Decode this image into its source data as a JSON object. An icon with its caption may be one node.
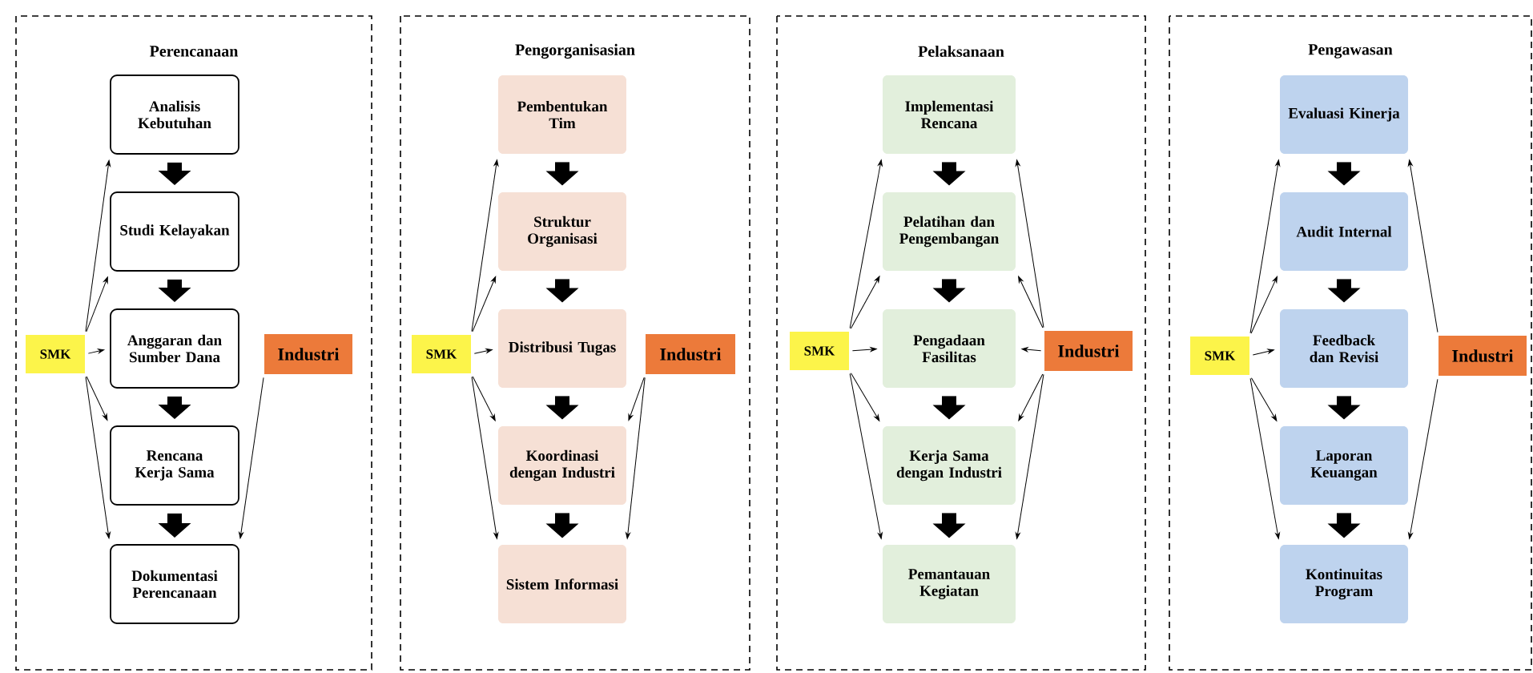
{
  "diagram": {
    "nodes": [
      {
        "text": [
          "Perencanaan"
        ]
      },
      {
        "text": [
          "Analisis Kebutuhan"
        ],
        "in": 0
      },
      {
        "text": [
          "Studi Kelayakan"
        ],
        "in": 0
      },
      {
        "text": [
          "Anggaran dan Sumber Dana"
        ],
        "in": 0
      },
      {
        "text": [
          "Rencana Kerja Sama"
        ],
        "in": 0
      },
      {
        "text": [
          "Dokumentasi Perencanaan"
        ],
        "in": 0
      },
      {
        "text": [
          "SMK"
        ],
        "in": 0
      },
      {
        "text": [
          "Industri"
        ],
        "in": 0
      },
      {
        "text": [
          "Pengorganisasian"
        ]
      },
      {
        "text": [
          "Pembentukan Tim"
        ],
        "in": 8
      },
      {
        "text": [
          "Struktur Organisasi"
        ],
        "in": 8
      },
      {
        "text": [
          "Distribusi Tugas"
        ],
        "in": 8
      },
      {
        "text": [
          "Koordinasi dengan Industri"
        ],
        "in": 8
      },
      {
        "text": [
          "Sistem Informasi"
        ],
        "in": 8
      },
      {
        "text": [
          "SMK"
        ],
        "in": 8
      },
      {
        "text": [
          "Industri"
        ],
        "in": 8
      },
      {
        "text": [
          "Pelaksanaan"
        ]
      },
      {
        "text": [
          "Implementasi Rencana"
        ],
        "in": 16
      },
      {
        "text": [
          "Pelatihan dan Pengembangan"
        ],
        "in": 16
      },
      {
        "text": [
          "Pengadaan Fasilitas"
        ],
        "in": 16
      },
      {
        "text": [
          "Kerja Sama dengan Industri"
        ],
        "in": 16
      },
      {
        "text": [
          "Pemantauan Kegiatan"
        ],
        "in": 16
      },
      {
        "text": [
          "SMK"
        ],
        "in": 16
      },
      {
        "text": [
          "Industri"
        ],
        "in": 16
      },
      {
        "text": [
          "Pengawasan"
        ]
      },
      {
        "text": [
          "Evaluasi Kinerja"
        ],
        "in": 24
      },
      {
        "text": [
          "Audit Internal"
        ],
        "in": 24
      },
      {
        "text": [
          "Feedback dan Revisi"
        ],
        "in": 24
      },
      {
        "text": [
          "Laporan Keuangan"
        ],
        "in": 24
      },
      {
        "text": [
          "Kontinuitas Program"
        ],
        "in": 24
      },
      {
        "text": [
          "SMK"
        ],
        "in": 24
      },
      {
        "text": [
          "Industri"
        ],
        "in": 24
      }
    ],
    "edges": [
      {
        "from": 1,
        "to": 2,
        "arrow": "to",
        "style": "thick"
      },
      {
        "from": 2,
        "to": 3,
        "arrow": "to",
        "style": "thick"
      },
      {
        "from": 3,
        "to": 4,
        "arrow": "to",
        "style": "thick"
      },
      {
        "from": 4,
        "to": 5,
        "arrow": "to",
        "style": "thick"
      },
      {
        "from": 6,
        "to": 1,
        "arrow": "to"
      },
      {
        "from": 6,
        "to": 2,
        "arrow": "to"
      },
      {
        "from": 6,
        "to": 3,
        "arrow": "to"
      },
      {
        "from": 6,
        "to": 4,
        "arrow": "to"
      },
      {
        "from": 6,
        "to": 5,
        "arrow": "to"
      },
      {
        "from": 7,
        "to": 5,
        "arrow": "to"
      },
      {
        "from": 9,
        "to": 10,
        "arrow": "to",
        "style": "thick"
      },
      {
        "from": 10,
        "to": 11,
        "arrow": "to",
        "style": "thick"
      },
      {
        "from": 11,
        "to": 12,
        "arrow": "to",
        "style": "thick"
      },
      {
        "from": 12,
        "to": 13,
        "arrow": "to",
        "style": "thick"
      },
      {
        "from": 14,
        "to": 9,
        "arrow": "to"
      },
      {
        "from": 14,
        "to": 10,
        "arrow": "to"
      },
      {
        "from": 14,
        "to": 11,
        "arrow": "to"
      },
      {
        "from": 14,
        "to": 12,
        "arrow": "to"
      },
      {
        "from": 14,
        "to": 13,
        "arrow": "to"
      },
      {
        "from": 15,
        "to": 12,
        "arrow": "to"
      },
      {
        "from": 15,
        "to": 13,
        "arrow": "to"
      },
      {
        "from": 17,
        "to": 18,
        "arrow": "to",
        "style": "thick"
      },
      {
        "from": 18,
        "to": 19,
        "arrow": "to",
        "style": "thick"
      },
      {
        "from": 19,
        "to": 20,
        "arrow": "to",
        "style": "thick"
      },
      {
        "from": 20,
        "to": 21,
        "arrow": "to",
        "style": "thick"
      },
      {
        "from": 22,
        "to": 17,
        "arrow": "to"
      },
      {
        "from": 22,
        "to": 18,
        "arrow": "to"
      },
      {
        "from": 22,
        "to": 19,
        "arrow": "to"
      },
      {
        "from": 22,
        "to": 20,
        "arrow": "to"
      },
      {
        "from": 22,
        "to": 21,
        "arrow": "to"
      },
      {
        "from": 23,
        "to": 17,
        "arrow": "to"
      },
      {
        "from": 23,
        "to": 18,
        "arrow": "to"
      },
      {
        "from": 23,
        "to": 19,
        "arrow": "to"
      },
      {
        "from": 23,
        "to": 20,
        "arrow": "to"
      },
      {
        "from": 23,
        "to": 21,
        "arrow": "to"
      },
      {
        "from": 25,
        "to": 26,
        "arrow": "to",
        "style": "thick"
      },
      {
        "from": 26,
        "to": 27,
        "arrow": "to",
        "style": "thick"
      },
      {
        "from": 27,
        "to": 28,
        "arrow": "to",
        "style": "thick"
      },
      {
        "from": 28,
        "to": 29,
        "arrow": "to",
        "style": "thick"
      },
      {
        "from": 30,
        "to": 25,
        "arrow": "to"
      },
      {
        "from": 30,
        "to": 26,
        "arrow": "to"
      },
      {
        "from": 30,
        "to": 27,
        "arrow": "to"
      },
      {
        "from": 30,
        "to": 28,
        "arrow": "to"
      },
      {
        "from": 30,
        "to": 29,
        "arrow": "to"
      },
      {
        "from": 31,
        "to": 25,
        "arrow": "to"
      },
      {
        "from": 31,
        "to": 29,
        "arrow": "to"
      }
    ]
  }
}
